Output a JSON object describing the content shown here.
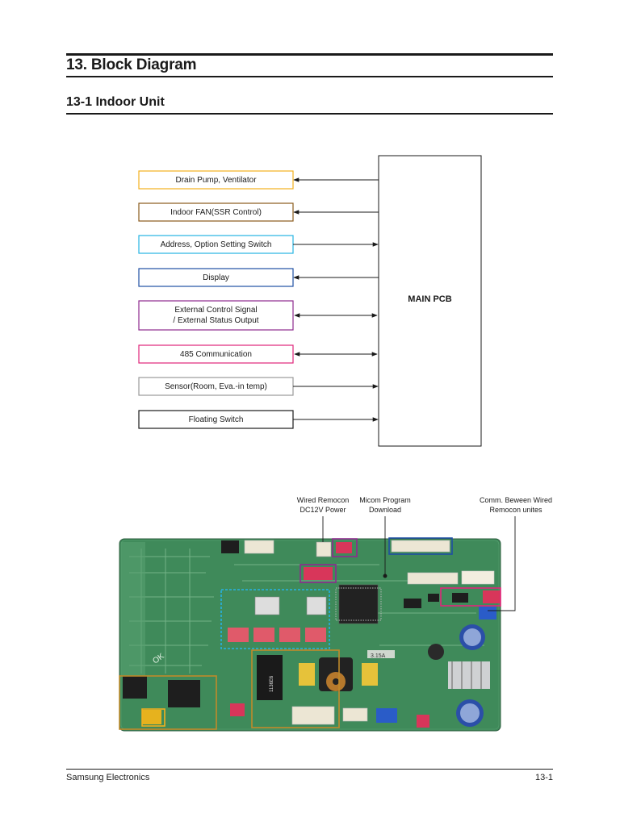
{
  "header": {
    "title": "13. Block Diagram",
    "subtitle": "13-1 Indoor Unit"
  },
  "diagram": {
    "main_block": "MAIN PCB",
    "blocks": [
      {
        "label": "Drain Pump, Ventilator",
        "color": "#f2b01e",
        "direction": "to-block"
      },
      {
        "label": "Indoor FAN(SSR Control)",
        "color": "#8a5a1c",
        "direction": "to-block"
      },
      {
        "label": "Address, Option Setting Switch",
        "color": "#26b3e3",
        "direction": "to-main"
      },
      {
        "label": "Display",
        "color": "#1f4fa3",
        "direction": "to-block"
      },
      {
        "label": "External Control Signal\n/ External Status Output",
        "color": "#8e2a8e",
        "direction": "both"
      },
      {
        "label": "485 Communication",
        "color": "#e0267a",
        "direction": "both"
      },
      {
        "label": "Sensor(Room, Eva.-in temp)",
        "color": "#9a9a9a",
        "direction": "to-main"
      },
      {
        "label": "Floating Switch",
        "color": "#1a1a1a",
        "direction": "to-main"
      }
    ]
  },
  "pcb_photo": {
    "callouts": [
      {
        "label": "Wired Remocon\nDC12V Power"
      },
      {
        "label": "Micom Program\nDownload"
      },
      {
        "label": "Comm. Beween Wired\nRemocon unites"
      }
    ],
    "printed_marks": [
      "OK",
      "1136E6",
      "3.15A"
    ],
    "highlight_colors": {
      "yellow": "#f2b01e",
      "brown": "#c08a2a",
      "cyan": "#26b3e3",
      "blue": "#1f4fa3",
      "magenta": "#e0267a",
      "purple": "#8e2a8e"
    }
  },
  "footer": {
    "left": "Samsung Electronics",
    "right": "13-1"
  }
}
